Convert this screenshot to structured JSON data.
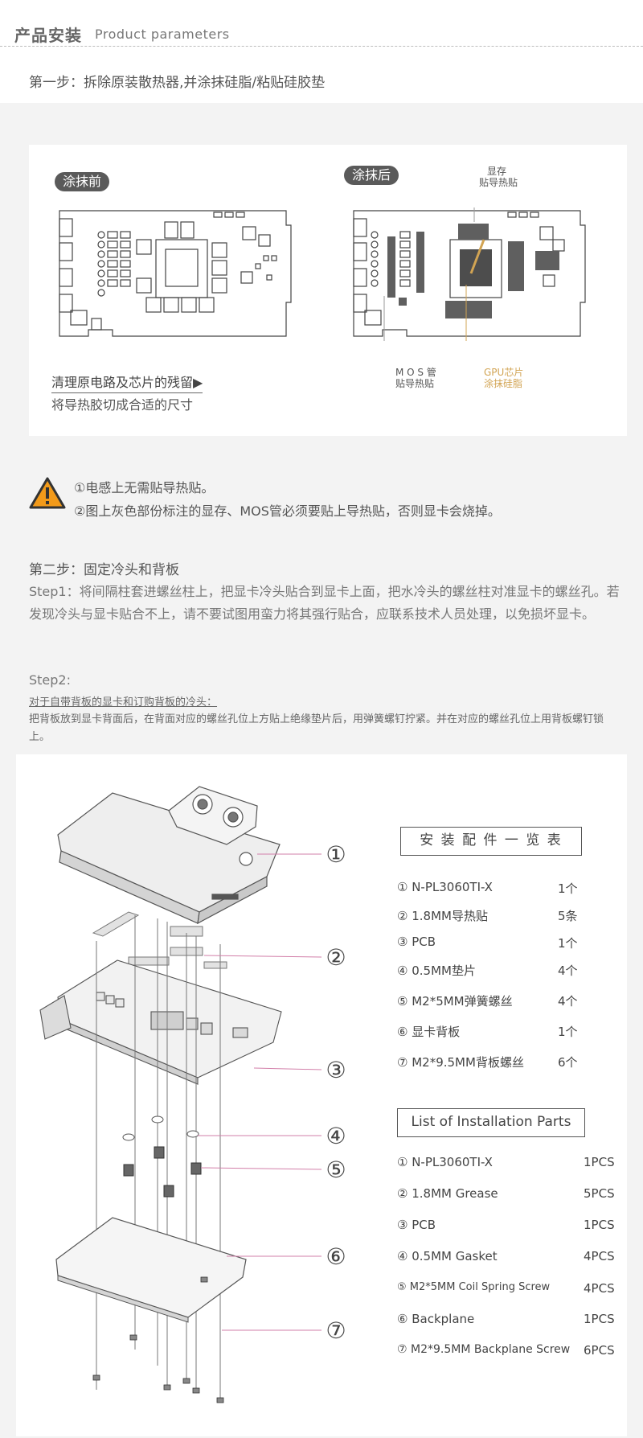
{
  "header": {
    "title_cn": "产品安装",
    "title_en": "Product parameters"
  },
  "step1": {
    "title": "第一步：拆除原装散热器,并涂抹硅脂/粘贴硅胶垫",
    "before_label": "涂抹前",
    "after_label": "涂抹后",
    "vram_label_1": "显存",
    "vram_label_2": "贴导热贴",
    "mos_label_1": "M O S 管",
    "mos_label_2": "贴导热贴",
    "gpu_label_1": "GPU芯片",
    "gpu_label_2": "涂抹硅脂",
    "note1": "清理原电路及芯片的残留▶",
    "note2": "将导热胶切成合适的尺寸"
  },
  "warning": {
    "line1": "①电感上无需贴导热贴。",
    "line2": "②图上灰色部份标注的显存、MOS管必须要贴上导热贴，否则显卡会烧掉。"
  },
  "step2": {
    "title": "第二步：固定冷头和背板",
    "step1_text": "Step1：将间隔柱套进螺丝柱上，把显卡冷头贴合到显卡上面，把水冷头的螺丝柱对准显卡的螺丝孔。若发现冷头与显卡贴合不上，请不要试图用蛮力将其强行贴合，应联系技术人员处理，以免损坏显卡。",
    "step2_label": "Step2:",
    "step2_sub": "对于自带背板的显卡和订购背板的冷头：",
    "step2_desc": "把背板放到显卡背面后，在背面对应的螺丝孔位上方贴上绝缘垫片后，用弹簧螺钉拧紧。并在对应的螺丝孔位上用背板螺钉锁上。"
  },
  "diagram": {
    "callouts": [
      "①",
      "②",
      "③",
      "④",
      "⑤",
      "⑥",
      "⑦"
    ]
  },
  "parts_cn": {
    "heading": "安 装 配 件 一 览 表",
    "rows": [
      {
        "name": "① N-PL3060TI-X",
        "qty": "1个"
      },
      {
        "name": "② 1.8MM导热贴",
        "qty": "5条"
      },
      {
        "name": "③ PCB",
        "qty": "1个"
      },
      {
        "name": "④ 0.5MM垫片",
        "qty": "4个"
      },
      {
        "name": "⑤ M2*5MM弹簧螺丝",
        "qty": "4个"
      },
      {
        "name": "⑥ 显卡背板",
        "qty": "1个"
      },
      {
        "name": "⑦ M2*9.5MM背板螺丝",
        "qty": "6个"
      }
    ]
  },
  "parts_en": {
    "heading": "List of Installation Parts",
    "rows": [
      {
        "name": "① N-PL3060TI-X",
        "qty": "1PCS"
      },
      {
        "name": "② 1.8MM Grease",
        "qty": "5PCS"
      },
      {
        "name": "③ PCB",
        "qty": "1PCS"
      },
      {
        "name": "④ 0.5MM Gasket",
        "qty": "4PCS"
      },
      {
        "name": "⑤ M2*5MM Coil Spring Screw",
        "qty": "4PCS"
      },
      {
        "name": "⑥ Backplane",
        "qty": "1PCS"
      },
      {
        "name": "⑦ M2*9.5MM Backplane Screw",
        "qty": "6PCS"
      }
    ]
  },
  "colors": {
    "accent_line": "#d27fa9",
    "warning": "#f29a1a",
    "gold": "#d2a453"
  }
}
